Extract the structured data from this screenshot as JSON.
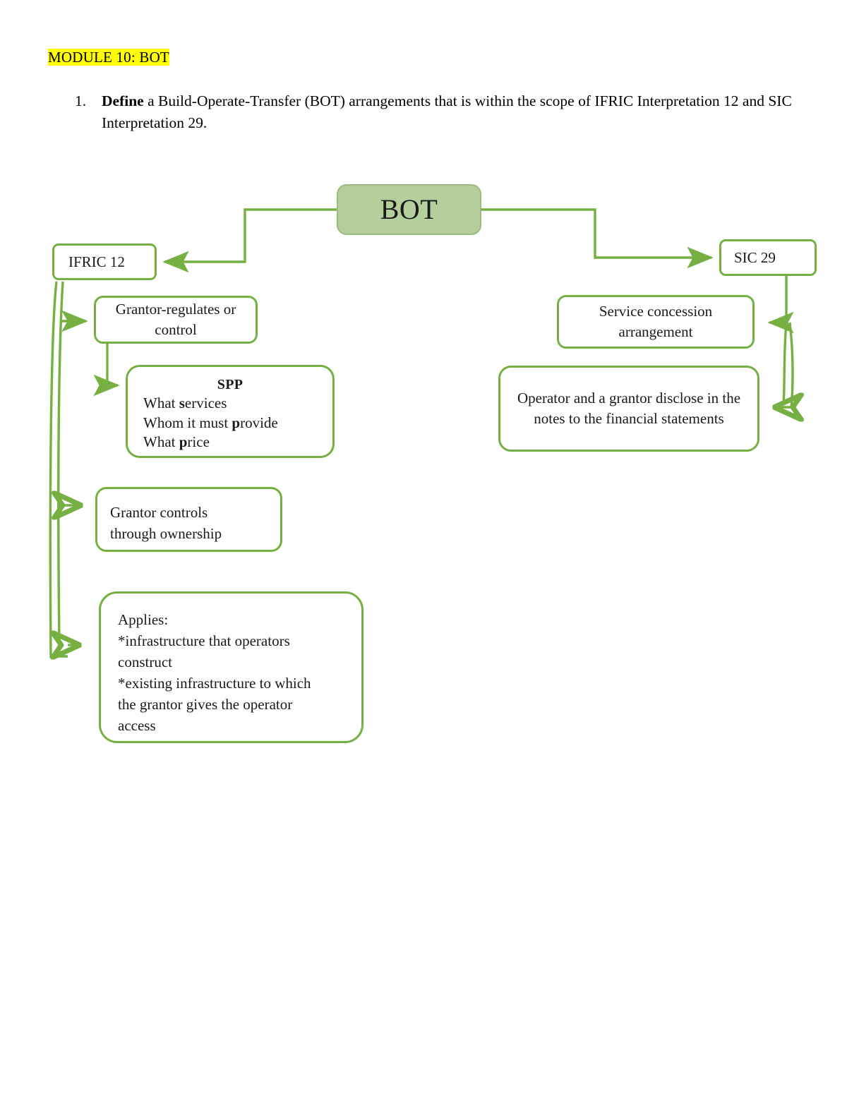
{
  "document": {
    "module_title": "MODULE 10: BOT",
    "highlight_color": "#ffff00",
    "questions": [
      {
        "marker": "1.",
        "lead_bold": "Define",
        "text": " a Build-Operate-Transfer (BOT) arrangements that is within the scope of IFRIC Interpretation 12 and SIC Interpretation 29."
      }
    ]
  },
  "diagram": {
    "type": "flowchart",
    "accent_color": "#76b043",
    "root_fill": "#b4ce9c",
    "nodes": {
      "root": {
        "label": "BOT"
      },
      "left_branch": {
        "label": "IFRIC 12"
      },
      "right_branch": {
        "label": "SIC 29"
      },
      "grantor_regulates": {
        "label": "Grantor-regulates or control"
      },
      "spp": {
        "title": "SPP",
        "lines": [
          {
            "prefix": "What ",
            "bold": "s",
            "suffix": "ervices"
          },
          {
            "prefix": "Whom it must ",
            "bold": "p",
            "suffix": "rovide"
          },
          {
            "prefix": "What ",
            "bold": "p",
            "suffix": "rice"
          }
        ]
      },
      "grantor_controls": {
        "label": "Grantor controls\nthrough ownership"
      },
      "applies": {
        "label": "Applies:\n*infrastructure that operators\nconstruct\n*existing infrastructure to which\nthe grantor gives the operator\naccess"
      },
      "service_concession": {
        "label": "Service concession arrangement"
      },
      "operator_disclose": {
        "label": "Operator and a grantor disclose in the notes to the financial statements"
      }
    },
    "edges": [
      {
        "from": "root",
        "to": "left_branch",
        "arrow": "solid"
      },
      {
        "from": "root",
        "to": "right_branch",
        "arrow": "solid"
      },
      {
        "from": "left_branch",
        "to": "grantor_regulates",
        "arrow": "solid"
      },
      {
        "from": "grantor_regulates",
        "to": "spp",
        "arrow": "solid"
      },
      {
        "from": "left_branch",
        "to": "grantor_controls",
        "arrow": "hollow"
      },
      {
        "from": "left_branch",
        "to": "applies",
        "arrow": "hollow"
      },
      {
        "from": "right_branch",
        "to": "service_concession",
        "arrow": "solid"
      },
      {
        "from": "right_branch",
        "to": "operator_disclose",
        "arrow": "hollow"
      }
    ]
  }
}
